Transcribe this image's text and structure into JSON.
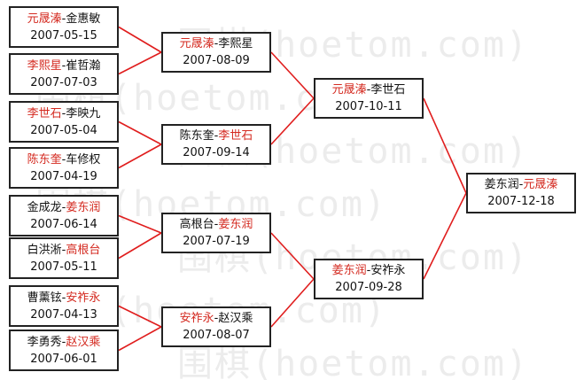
{
  "watermark": "围棋(hoetom.com)",
  "colors": {
    "winner": "#d42a20",
    "line": "#e01d1d",
    "border": "#222222"
  },
  "matches": [
    {
      "id": "r1m1",
      "p1": "元晟溱",
      "p2": "金惠敏",
      "winner": 1,
      "date": "2007-05-15"
    },
    {
      "id": "r1m2",
      "p1": "李熙星",
      "p2": "崔哲瀚",
      "winner": 1,
      "date": "2007-07-03"
    },
    {
      "id": "r1m3",
      "p1": "李世石",
      "p2": "李映九",
      "winner": 1,
      "date": "2007-05-04"
    },
    {
      "id": "r1m4",
      "p1": "陈东奎",
      "p2": "车修权",
      "winner": 1,
      "date": "2007-04-19"
    },
    {
      "id": "r1m5",
      "p1": "金成龙",
      "p2": "姜东润",
      "winner": 2,
      "date": "2007-06-14"
    },
    {
      "id": "r1m6",
      "p1": "白洪淅",
      "p2": "高根台",
      "winner": 2,
      "date": "2007-05-11"
    },
    {
      "id": "r1m7",
      "p1": "曹薰铉",
      "p2": "安祚永",
      "winner": 2,
      "date": "2007-04-13"
    },
    {
      "id": "r1m8",
      "p1": "李勇秀",
      "p2": "赵汉乘",
      "winner": 2,
      "date": "2007-06-01"
    },
    {
      "id": "r2m1",
      "p1": "元晟溱",
      "p2": "李熙星",
      "winner": 1,
      "date": "2007-08-09"
    },
    {
      "id": "r2m2",
      "p1": "陈东奎",
      "p2": "李世石",
      "winner": 2,
      "date": "2007-09-14"
    },
    {
      "id": "r2m3",
      "p1": "高根台",
      "p2": "姜东润",
      "winner": 2,
      "date": "2007-07-19"
    },
    {
      "id": "r2m4",
      "p1": "安祚永",
      "p2": "赵汉乘",
      "winner": 1,
      "date": "2007-08-07"
    },
    {
      "id": "r3m1",
      "p1": "元晟溱",
      "p2": "李世石",
      "winner": 1,
      "date": "2007-10-11"
    },
    {
      "id": "r3m2",
      "p1": "姜东润",
      "p2": "安祚永",
      "winner": 1,
      "date": "2007-09-28"
    },
    {
      "id": "final",
      "p1": "姜东润",
      "p2": "元晟溱",
      "winner": 2,
      "date": "2007-12-18"
    }
  ]
}
